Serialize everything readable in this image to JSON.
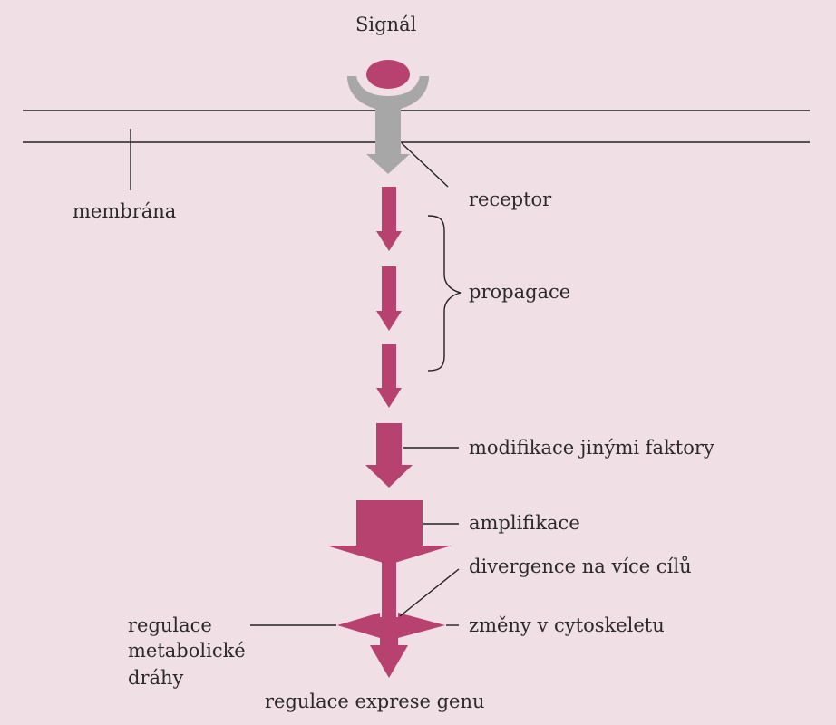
{
  "labels": {
    "signal": "Signál",
    "membrane": "membrána",
    "receptor": "receptor",
    "propagation": "propagace",
    "modification": "modifikace jinými faktory",
    "amplification": "amplifikace",
    "divergence": "divergence na více cílů",
    "metabolic_regulation": [
      "regulace",
      "metabolické",
      "dráhy"
    ],
    "cytoskeleton_changes": "změny v cytoskeletu",
    "gene_expression": "regulace exprese genu"
  },
  "colors": {
    "background": "#f1dfe6",
    "signal_arrow": "#b8426f",
    "receptor": "#a7a7a7",
    "line": "#222222",
    "text": "#2a2a2a"
  }
}
